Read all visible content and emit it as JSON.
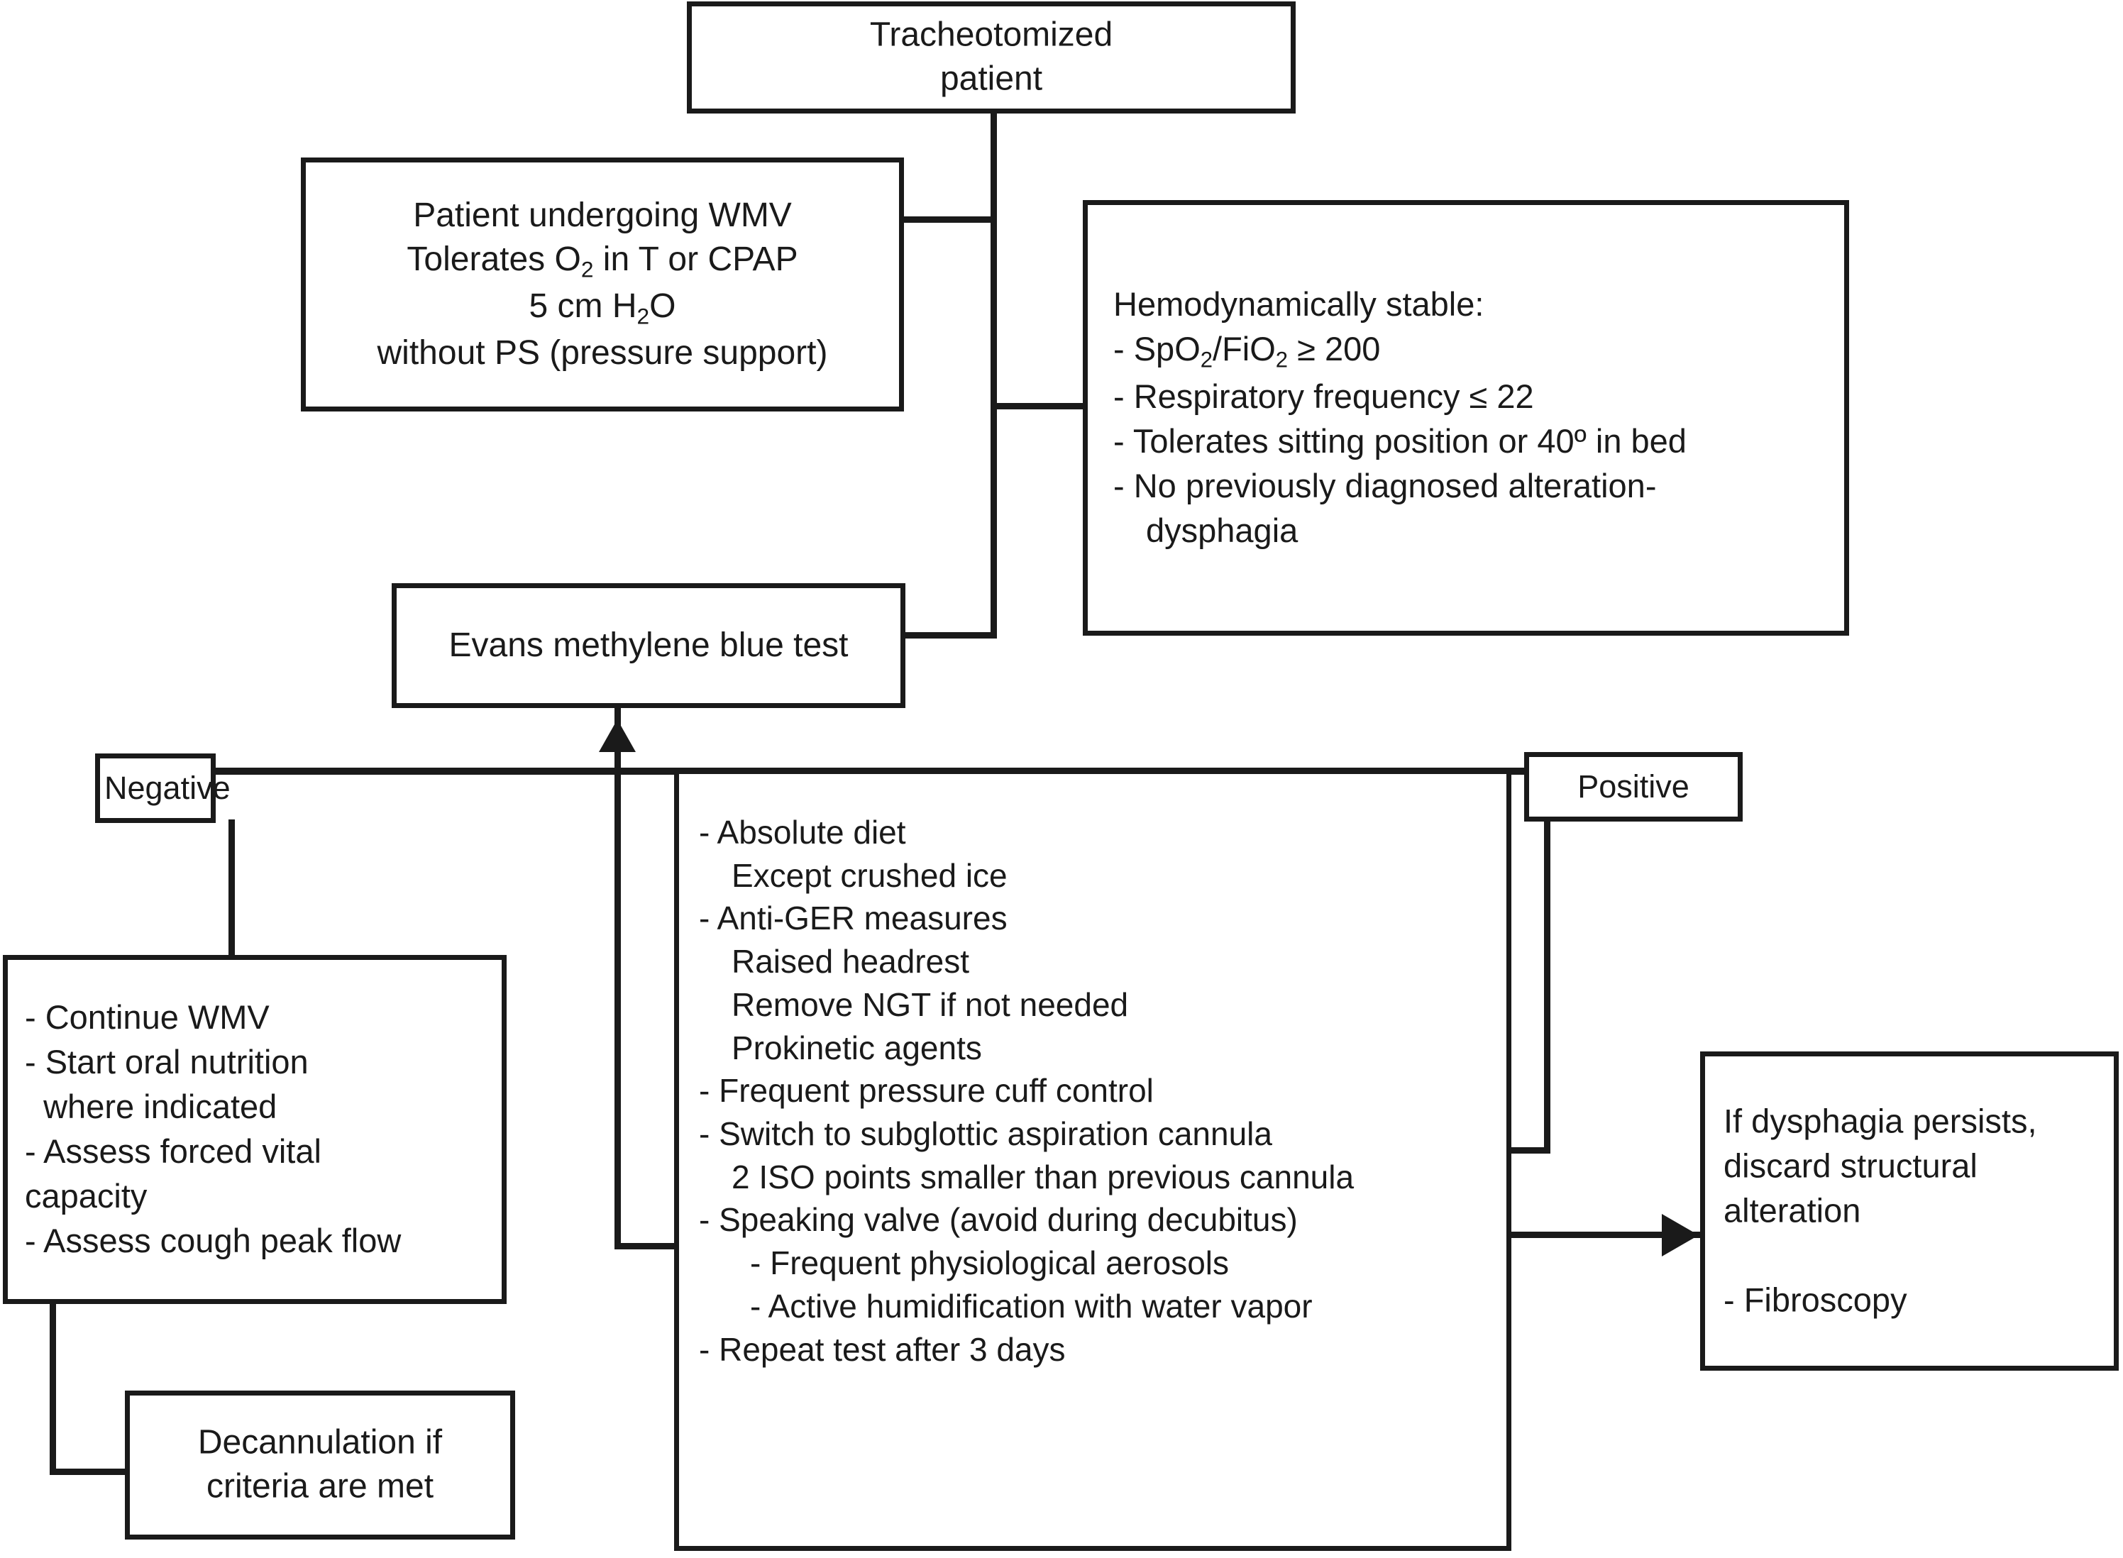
{
  "diagram": {
    "title": "Tracheotomized patient decannulation / dysphagia algorithm",
    "colors": {
      "stroke": "#1a1a1a",
      "background": "#ffffff",
      "text": "#1a1a1a"
    }
  },
  "nodes": {
    "tracheotomized_patient": {
      "lines": [
        "Tracheotomized",
        "patient"
      ]
    },
    "wmv_criteria": {
      "line1": "Patient undergoing WMV",
      "line2_a": "Tolerates O",
      "line2_sub": "2",
      "line2_b": " in T or CPAP",
      "line3_a": "5 cm H",
      "line3_sub": "2",
      "line3_b": "O",
      "line4": "without PS (pressure support)"
    },
    "hemodynamic": {
      "heading": "Hemodynamically stable:",
      "item1_a": "- SpO",
      "item1_sub1": "2",
      "item1_b": "/FiO",
      "item1_sub2": "2",
      "item1_c": " ≥ 200",
      "item2": "- Respiratory frequency ≤ 22",
      "item3": "- Tolerates sitting position or 40º in bed",
      "item4": "- No previously diagnosed alteration-",
      "item4_cont": "dysphagia"
    },
    "evans_test": {
      "label": "Evans methylene blue test"
    },
    "negative": {
      "label": "Negative"
    },
    "positive": {
      "label": "Positive"
    },
    "negative_actions": {
      "items": [
        "- Continue WMV",
        "- Start oral nutrition",
        "  where indicated",
        "- Assess forced vital",
        "capacity",
        "- Assess cough peak flow"
      ]
    },
    "decannulation": {
      "lines": [
        "Decannulation if",
        "criteria are met"
      ]
    },
    "positive_actions": {
      "items": [
        "- Absolute diet",
        "Except crushed ice",
        "- Anti-GER measures",
        "Raised headrest",
        "Remove NGT if not needed",
        "Prokinetic agents",
        "- Frequent pressure cuff control",
        "- Switch to subglottic aspiration cannula",
        "2 ISO points smaller than previous cannula",
        "- Speaking valve (avoid during decubitus)",
        "- Frequent physiological aerosols",
        "- Active humidification with water vapor",
        "- Repeat test after 3 days"
      ]
    },
    "persistent_dysphagia": {
      "line1": "If dysphagia persists,",
      "line2": "discard structural",
      "line3": "alteration",
      "line4": "- Fibroscopy"
    }
  }
}
